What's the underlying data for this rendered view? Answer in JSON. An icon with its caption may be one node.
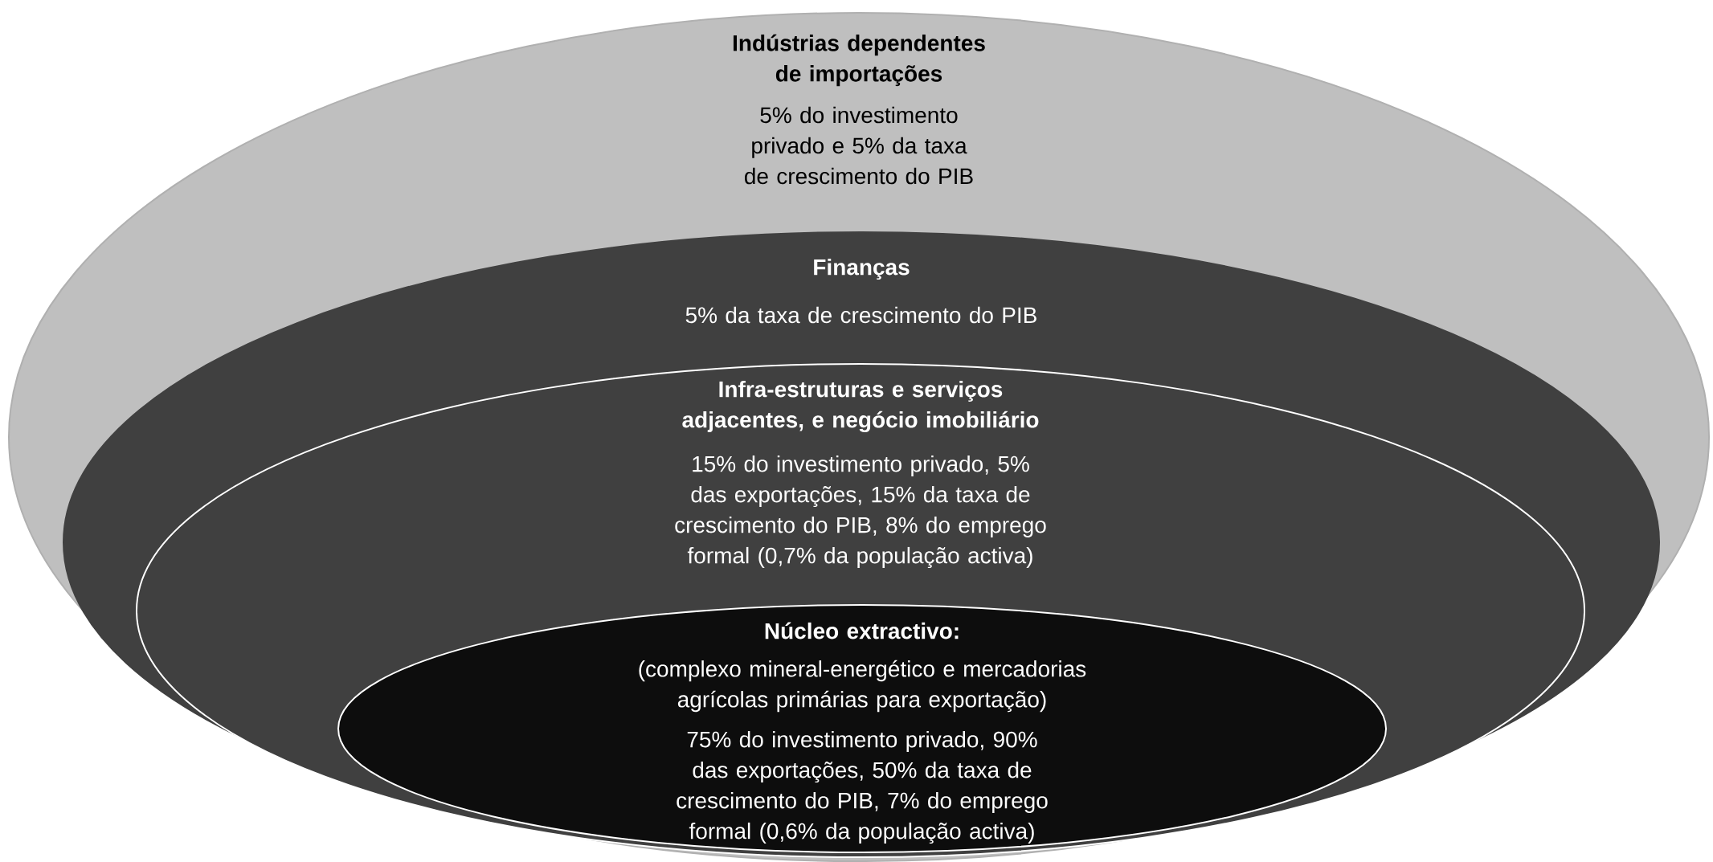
{
  "diagram": {
    "nodes": [
      {
        "text": [
          "Indústrias dependentes de importações",
          "5% do investimento privado e 5% da taxa de crescimento do PIB"
        ]
      },
      {
        "text": [
          "Finanças",
          "5% da taxa de crescimento do PIB"
        ],
        "in": 0
      },
      {
        "text": [
          "Infra-estruturas e serviços adjacentes, e negócio imobiliário",
          "15% do investimento privado, 5% das exportações, 15% da taxa de crescimento do PIB, 8% do emprego formal (0,7% da população activa)"
        ],
        "in": 1
      },
      {
        "text": [
          "Núcleo extractivo:",
          "(complexo mineral-energético e mercadorias agrícolas primárias para exportação)",
          "75% do investimento privado, 90% das exportações, 50% da taxa de crescimento do PIB, 7% do emprego formal (0,6% da população activa)"
        ],
        "in": 2
      }
    ]
  }
}
